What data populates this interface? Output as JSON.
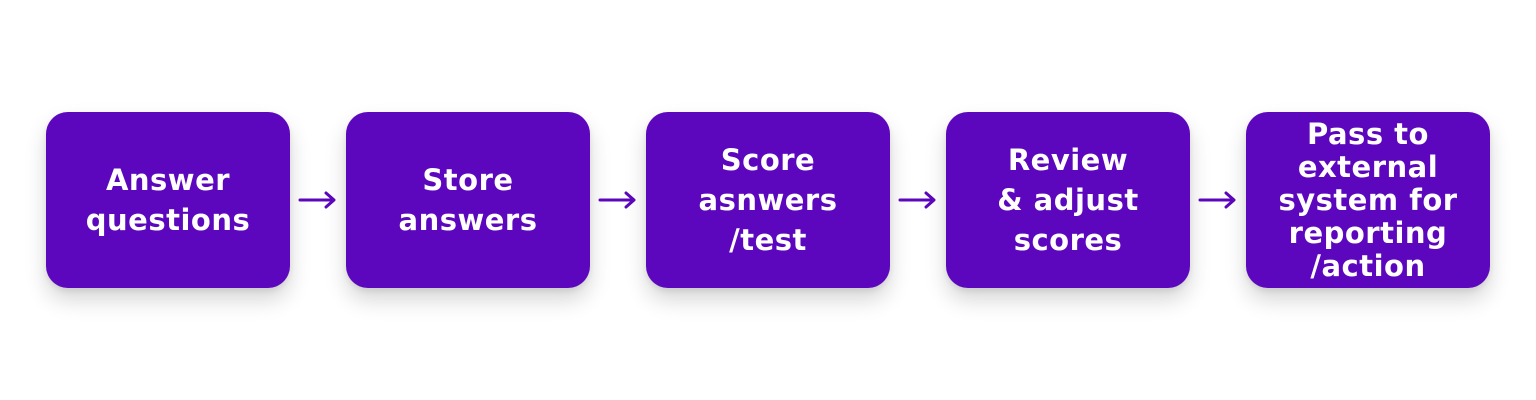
{
  "colors": {
    "box_fill": "#5c07bd",
    "box_text": "#ffffff",
    "arrow": "#5c07bd",
    "background": "#ffffff"
  },
  "steps": [
    {
      "label": "Answer\nquestions"
    },
    {
      "label": "Store\nanswers"
    },
    {
      "label": "Score\nasnwers\n/test"
    },
    {
      "label": "Review\n& adjust\nscores"
    },
    {
      "label": "Pass to\nexternal\nsystem for\nreporting\n/action"
    }
  ],
  "arrows": [
    {
      "icon": "arrow-right-icon"
    },
    {
      "icon": "arrow-right-icon"
    },
    {
      "icon": "arrow-right-icon"
    },
    {
      "icon": "arrow-right-icon"
    }
  ]
}
